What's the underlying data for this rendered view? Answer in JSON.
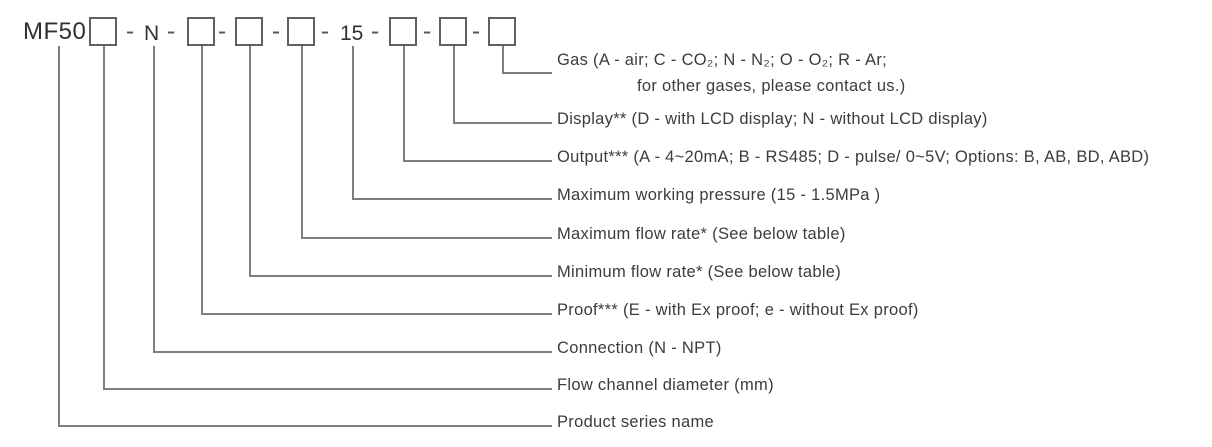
{
  "code_row": {
    "series": "MF50",
    "dash": "-",
    "connection_code": "N",
    "pressure_code": "15"
  },
  "labels": {
    "gas": {
      "text": "Gas (A - air; C - CO₂; N - N₂; O - O₂; R - Ar;",
      "text2": "for other gases, please contact us.)"
    },
    "display": {
      "text": "Display** (D - with LCD display; N - without LCD display)"
    },
    "output": {
      "text": "Output*** (A - 4~20mA; B - RS485; D - pulse/ 0~5V; Options: B, AB, BD, ABD)"
    },
    "pressure": {
      "text": "Maximum working pressure (15 - 1.5MPa )"
    },
    "max_flow": {
      "text": "Maximum flow rate* (See below table)"
    },
    "min_flow": {
      "text": "Minimum flow rate* (See below table)"
    },
    "proof": {
      "text": "Proof*** (E - with Ex proof; e - without Ex proof)"
    },
    "connection": {
      "text": "Connection (N - NPT)"
    },
    "diameter": {
      "text": "Flow channel diameter (mm)"
    },
    "series": {
      "text": "Product series name"
    }
  },
  "colors": {
    "line": "#7d7e82",
    "box_border": "#5f6063",
    "text": "#3b3c3e",
    "code_text": "#2f3033",
    "background": "#ffffff"
  }
}
